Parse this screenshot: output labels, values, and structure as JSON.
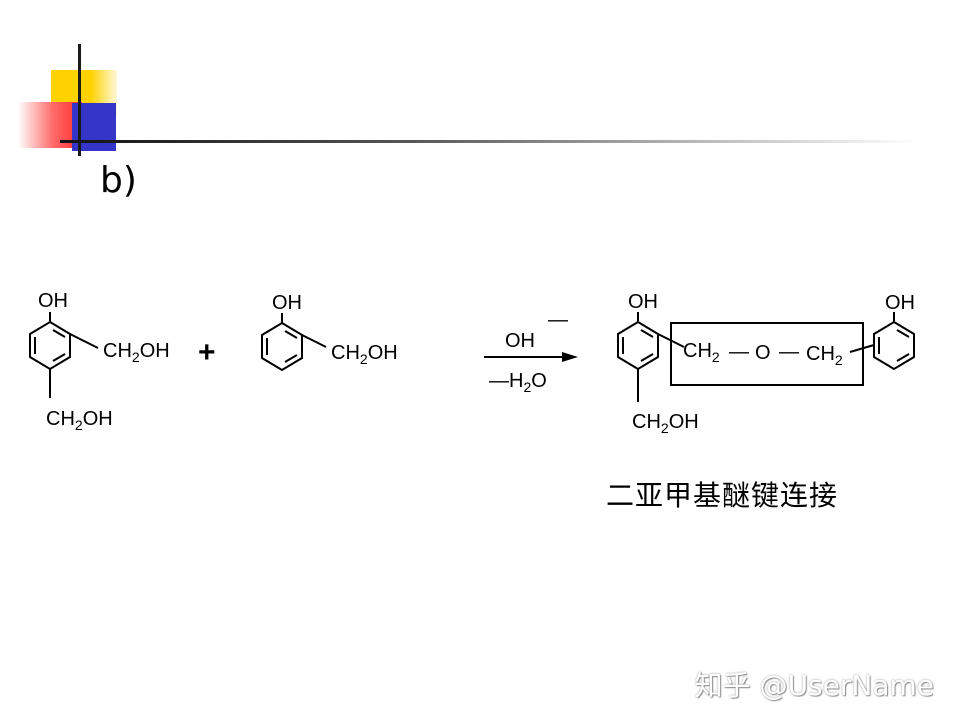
{
  "slide": {
    "section_label": "b)",
    "caption": "二亚甲基醚键连接",
    "watermark": "知乎 @UserName"
  },
  "reaction": {
    "reactant1": {
      "oh": "OH",
      "ch2oh_top": [
        "CH",
        "2",
        "OH"
      ],
      "ch2oh_bottom": [
        "CH",
        "2",
        "OH"
      ]
    },
    "plus": "+",
    "reactant2": {
      "oh": "OH",
      "ch2oh": [
        "CH",
        "2",
        "OH"
      ]
    },
    "arrow": {
      "above": "OH",
      "above_charge": "—",
      "below_prefix": "—",
      "below": [
        "H",
        "2",
        "O"
      ]
    },
    "product": {
      "oh_left": "OH",
      "oh_right": "OH",
      "bridge": {
        "ch2_left": [
          "CH",
          "2"
        ],
        "bond1": "—",
        "o": "O",
        "bond2": "—",
        "ch2_right": [
          "CH",
          "2"
        ]
      },
      "ch2oh_bottom": [
        "CH",
        "2",
        "OH"
      ]
    }
  }
}
